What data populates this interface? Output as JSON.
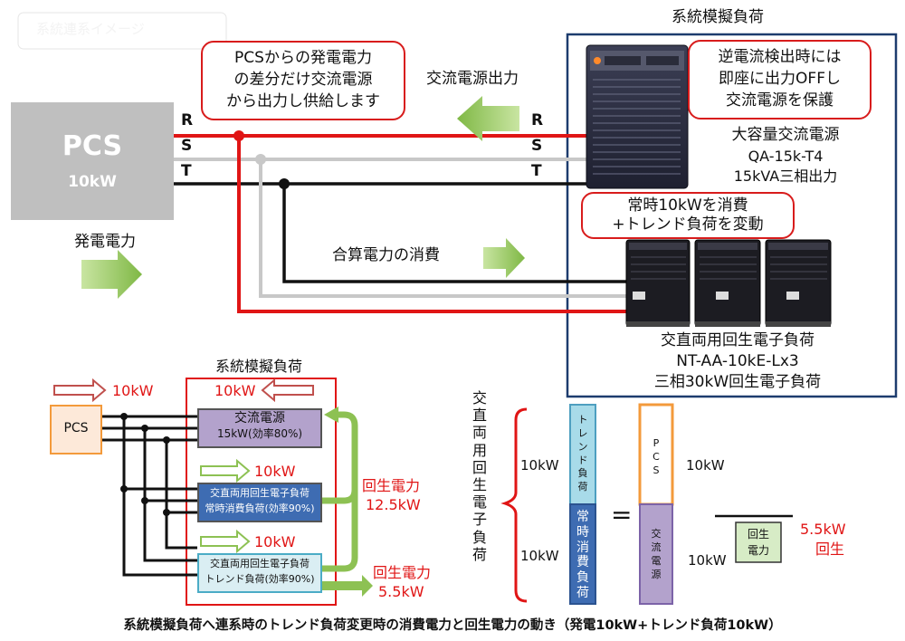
{
  "top_tab": "系統連系イメージ",
  "pcs": {
    "title": "PCS",
    "rating": "10kW"
  },
  "phases": [
    "R",
    "S",
    "T"
  ],
  "labels": {
    "gen_power": "発電電力",
    "ac_output": "交流電源出力",
    "sum_consumption": "合算電力の消費",
    "system_load_top": "系統模擬負荷"
  },
  "callouts": {
    "pcs_note": [
      "PCSからの発電電力",
      "の差分だけ交流電源",
      "から出力し供給します"
    ],
    "reverse_note": [
      "逆電流検出時には",
      "即座に出力OFFし",
      "交流電源を保護"
    ],
    "load_note": [
      "常時10kWを消費",
      "+トレンド負荷を変動"
    ]
  },
  "ac_source": {
    "name": "大容量交流電源",
    "model": "QA-15k-T4",
    "spec": "15kVA三相出力"
  },
  "electronic_load": {
    "name": "交直両用回生電子負荷",
    "model": "NT-AA-10kE-Lx3",
    "spec": "三相30kW回生電子負荷"
  },
  "lower_diagram": {
    "system_title": "系統模擬負荷",
    "pcs": "PCS",
    "pcs_out": "10kW",
    "in_arrow": "10kW",
    "ac_box": [
      "交流電源",
      "15kW(効率80%)"
    ],
    "load1_arrow": "10kW",
    "load1_box": [
      "交直両用回生電子負荷",
      "常時消費負荷(効率90%)"
    ],
    "load2_arrow": "10kW",
    "load2_box": [
      "交直両用回生電子負荷",
      "トレンド負荷(効率90%)"
    ],
    "regen1": [
      "回生電力",
      "12.5kW"
    ],
    "regen2": [
      "回生電力",
      "5.5kW"
    ]
  },
  "balance": {
    "vertical_title": "交直両用回生電子負荷",
    "top_value": "10kW",
    "bottom_value": "10kW",
    "trend": "トレンド負荷",
    "constant": "常時消費負荷",
    "equals": "=",
    "pcs": "PCS",
    "ac": "交流電源",
    "pcs_value": "10kW",
    "ac_value": "10kW",
    "regen_box": "回生電力",
    "regen_value": [
      "5.5kW",
      "回生"
    ]
  },
  "caption": "系統模擬負荷へ連系時のトレンド負荷変更時の消費電力と回生電力の動き（発電10kW+トレンド負荷10kW）",
  "colors": {
    "accent_red": "#e01515",
    "line_gray": "#c8c8c8",
    "arrow_green": "#8dc153",
    "frame_blue": "#1d3c6e"
  }
}
